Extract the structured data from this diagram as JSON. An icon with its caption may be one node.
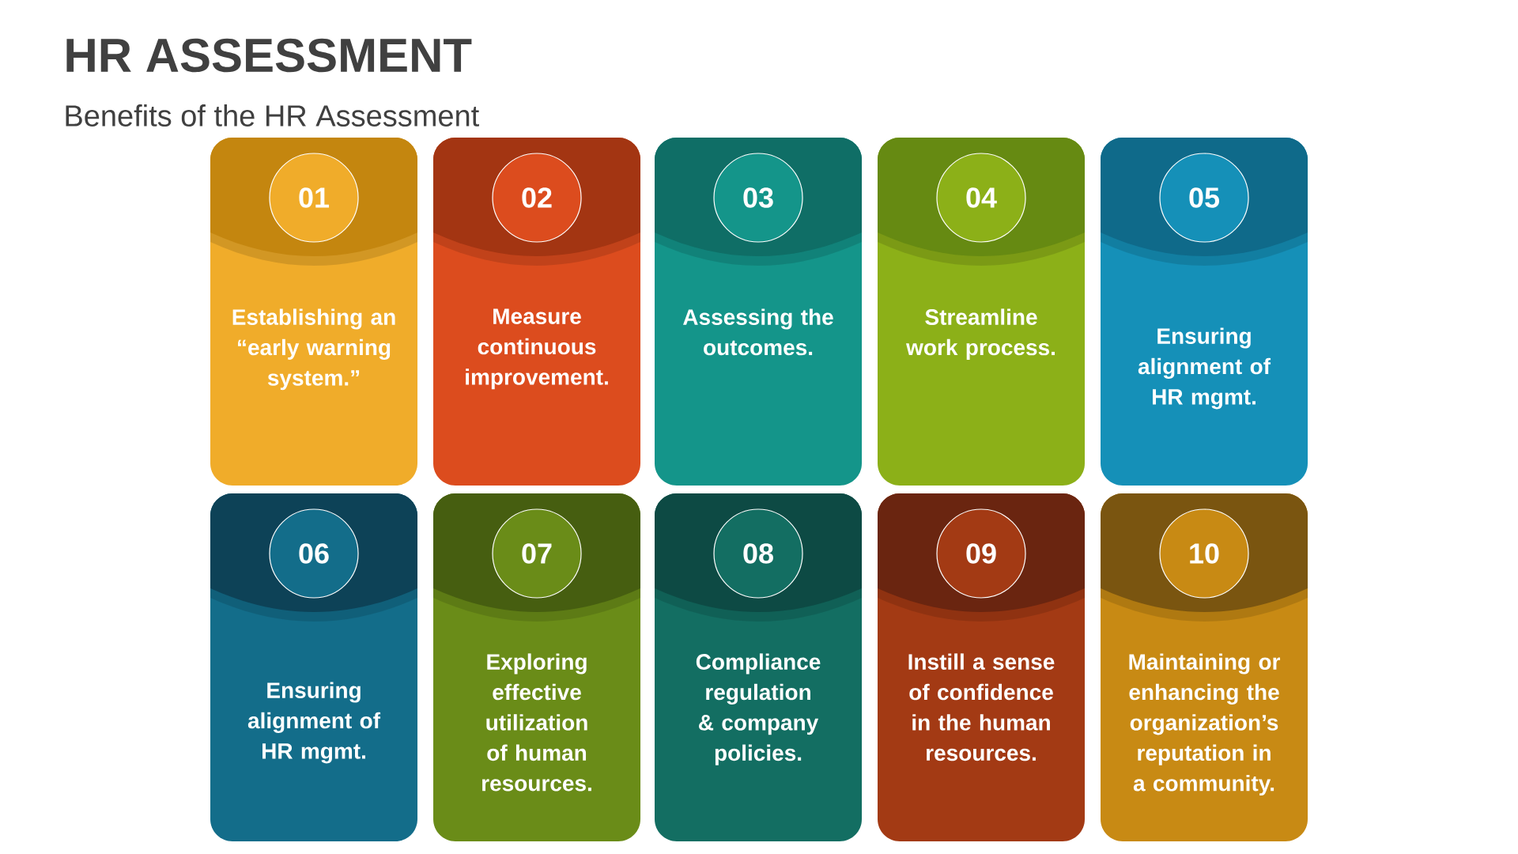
{
  "diagram": {
    "title": "HR ASSESSMENT",
    "caption": "Benefits of the HR Assessment",
    "nodes": [
      {
        "text": [
          "Establishing an “early warning system.”"
        ]
      },
      {
        "text": [
          "01"
        ],
        "in": 0
      },
      {
        "text": [
          "Measure continuous improvement."
        ]
      },
      {
        "text": [
          "02"
        ],
        "in": 2
      },
      {
        "text": [
          "Assessing the outcomes."
        ]
      },
      {
        "text": [
          "03"
        ],
        "in": 4
      },
      {
        "text": [
          "Streamline work process."
        ]
      },
      {
        "text": [
          "04"
        ],
        "in": 6
      },
      {
        "text": [
          "Ensuring alignment of HR mgmt."
        ]
      },
      {
        "text": [
          "05"
        ],
        "in": 8
      },
      {
        "text": [
          "Ensuring alignment of HR mgmt."
        ]
      },
      {
        "text": [
          "06"
        ],
        "in": 10
      },
      {
        "text": [
          "Exploring effective utilization of human resources."
        ]
      },
      {
        "text": [
          "07"
        ],
        "in": 12
      },
      {
        "text": [
          "Compliance regulation & company policies."
        ]
      },
      {
        "text": [
          "08"
        ],
        "in": 14
      },
      {
        "text": [
          "Instill a sense of confidence in the human resources."
        ]
      },
      {
        "text": [
          "09"
        ],
        "in": 16
      },
      {
        "text": [
          "Maintaining or enhancing the organization’s reputation in a community."
        ]
      },
      {
        "text": [
          "10"
        ],
        "in": 18
      }
    ]
  }
}
